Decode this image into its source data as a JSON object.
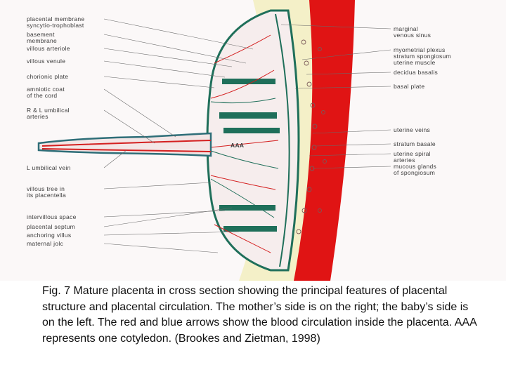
{
  "figure": {
    "left_labels": [
      [
        "placental membrane",
        "syncytio-trophoblast"
      ],
      [
        "basement",
        "membrane"
      ],
      [
        "villous arteriole"
      ],
      [
        "villous venule"
      ],
      [
        "chorionic plate"
      ],
      [
        "amniotic coat",
        "of the cord"
      ],
      [
        "R & L umbilical",
        "arteries"
      ],
      [
        "L umbilical vein"
      ],
      [
        "villous tree in",
        "its placentella"
      ],
      [
        "intervillous space"
      ],
      [
        "placental septum"
      ],
      [
        "anchoring villus"
      ],
      [
        "maternal jolc"
      ]
    ],
    "right_labels": [
      [
        "marginal",
        "venous sinus"
      ],
      [
        "myometrial plexus",
        "stratum spongiosum",
        "uterine muscle"
      ],
      [
        "decidua basalis"
      ],
      [
        "basal plate"
      ],
      [
        "uterine veins"
      ],
      [
        "stratum basale"
      ],
      [
        "uterine spiral",
        "arteries"
      ],
      [
        "mucous glands",
        "of spongiosum"
      ]
    ],
    "cotyledon_marker": "AAA",
    "colors": {
      "artery": "#d42020",
      "vein": "#1f6f5a",
      "decidua": "#f4f0c8",
      "myometrium": "#e01414",
      "tissue": "#f6eded"
    }
  },
  "caption": "Fig. 7 Mature placenta in cross section showing the principal features of placental structure and placental circulation. The mother’s side is on the right; the baby’s side is on the left. The red and blue arrows show the blood circulation inside the placenta. AAA represents one cotyledon. (Brookes and Zietman, 1998)"
}
